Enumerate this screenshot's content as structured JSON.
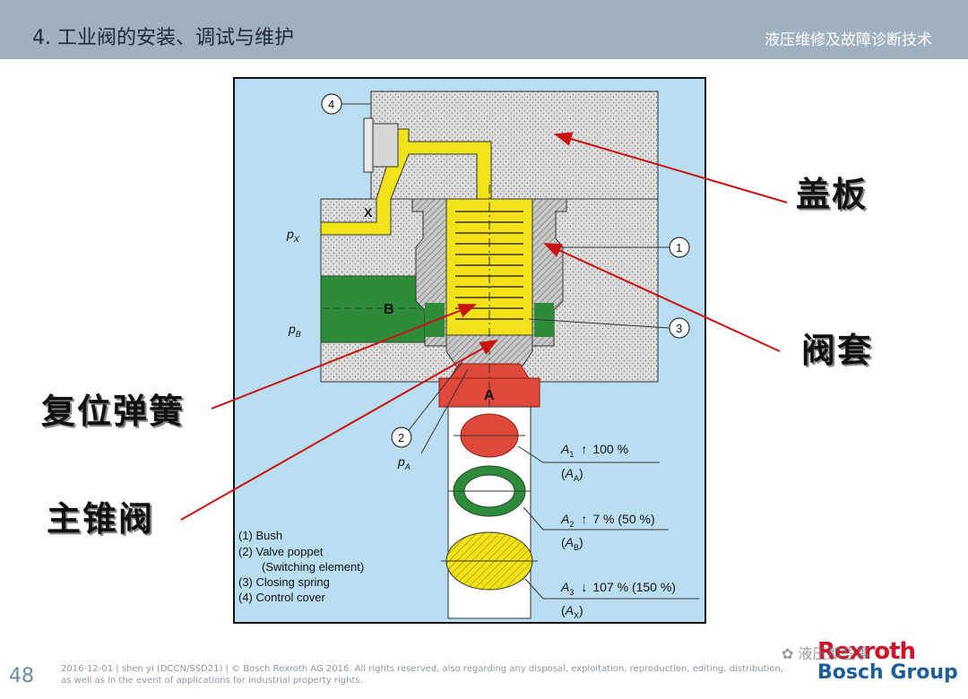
{
  "header": {
    "title": "4. 工业阀的安装、调试与维护",
    "subtitle": "液压维修及故障诊断技术"
  },
  "diagram": {
    "markers": [
      "1",
      "2",
      "3",
      "4"
    ],
    "port_labels": {
      "x": "X",
      "b": "B",
      "a": "A"
    },
    "pressures": {
      "px_main": "p",
      "px_sub": "X",
      "pb_main": "p",
      "pb_sub": "B",
      "pa_main": "p",
      "pa_sub": "A"
    },
    "areas": [
      {
        "main": "A",
        "sub": "1",
        "arrow": "↑",
        "value": "100 %",
        "paren_main": "A",
        "paren_sub": "A"
      },
      {
        "main": "A",
        "sub": "2",
        "arrow": "↑",
        "value": "7 % (50 %)",
        "paren_main": "A",
        "paren_sub": "B"
      },
      {
        "main": "A",
        "sub": "3",
        "arrow": "↓",
        "value": "107 % (150 %)",
        "paren_main": "A",
        "paren_sub": "X"
      }
    ],
    "legend": [
      "(1) Bush",
      "(2) Valve poppet",
      "(Switching element)",
      "(3) Closing spring",
      "(4) Control cover"
    ]
  },
  "callouts": {
    "cover": "盖板",
    "sleeve": "阀套",
    "spring": "复位弹簧",
    "poppet": "主锥阀"
  },
  "footer": {
    "page_number": "48",
    "line1": "2016-12-01 | shen yi (DCCN/SSD21) | © Bosch Rexroth AG 2016. All rights reserved, also regarding any disposal, exploitation, reproduction, editing, distribution,",
    "line2": "as well as in the event of applications for industrial property rights."
  },
  "brand": {
    "rexroth": "Rexroth",
    "bosch": "Bosch Group"
  },
  "watermark": "液压那些事",
  "colors": {
    "header_bg": "#9fb0bf",
    "diagram_bg": "#b9ddf1",
    "oil_yellow": "#f2e21a",
    "oil_green": "#2e8b3a",
    "oil_red": "#e0483c",
    "arrow_red": "#cc1111"
  }
}
